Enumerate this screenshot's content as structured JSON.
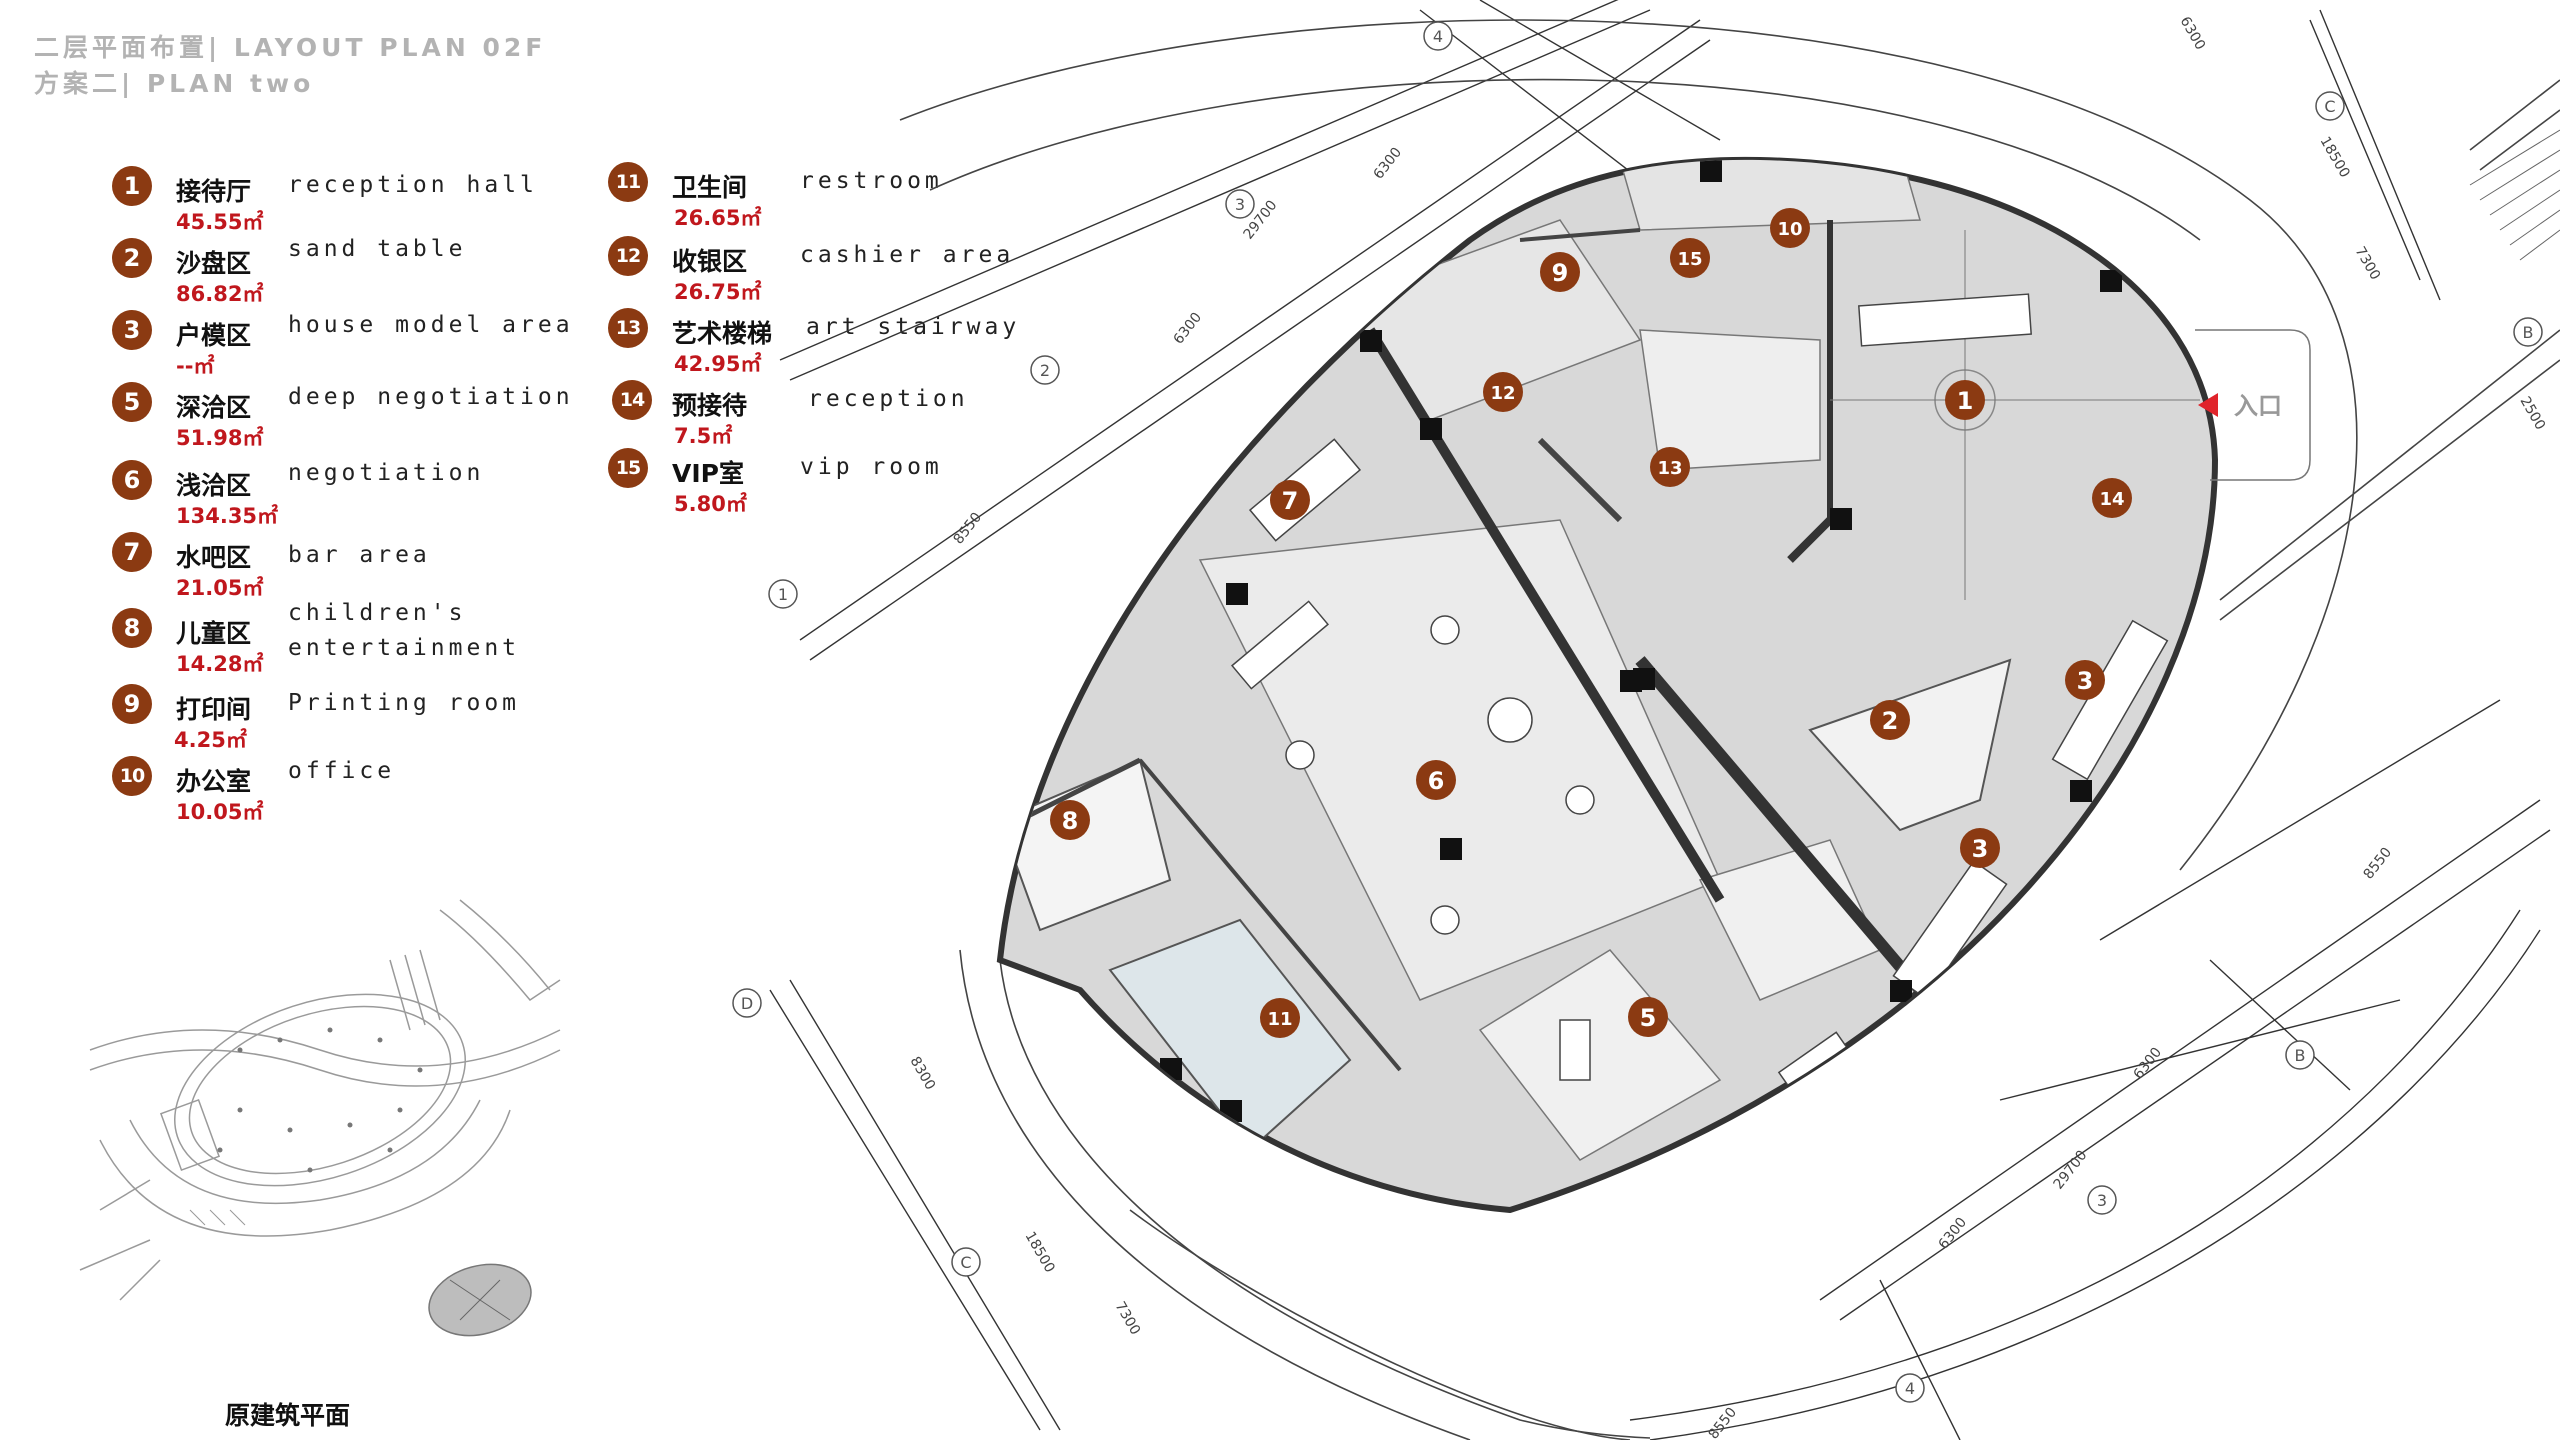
{
  "header": {
    "line1": "二层平面布置| LAYOUT PLAN 02F",
    "line2": "方案二| PLAN two"
  },
  "legend": [
    {
      "num": "1",
      "zh": "接待厅",
      "area": "45.55㎡",
      "en": "reception hall"
    },
    {
      "num": "2",
      "zh": "沙盘区",
      "area": "86.82㎡",
      "en": "sand table"
    },
    {
      "num": "3",
      "zh": "户模区",
      "area": "--㎡",
      "en": "house model area"
    },
    {
      "num": "5",
      "zh": "深洽区",
      "area": "51.98㎡",
      "en": "deep negotiation"
    },
    {
      "num": "6",
      "zh": "浅洽区",
      "area": "134.35㎡",
      "en": "negotiation"
    },
    {
      "num": "7",
      "zh": "水吧区",
      "area": "21.05㎡",
      "en": "bar area"
    },
    {
      "num": "8",
      "zh": "儿童区",
      "area": "14.28㎡",
      "en": "children's entertainment"
    },
    {
      "num": "9",
      "zh": "打印间",
      "area": "4.25㎡",
      "en": "Printing room"
    },
    {
      "num": "10",
      "zh": "办公室",
      "area": "10.05㎡",
      "en": "office"
    },
    {
      "num": "11",
      "zh": "卫生间",
      "area": "26.65㎡",
      "en": "restroom"
    },
    {
      "num": "12",
      "zh": "收银区",
      "area": "26.75㎡",
      "en": "cashier area"
    },
    {
      "num": "13",
      "zh": "艺术楼梯",
      "area": "42.95㎡",
      "en": "art stairway"
    },
    {
      "num": "14",
      "zh": "预接待",
      "area": "7.5㎡",
      "en": "reception"
    },
    {
      "num": "15",
      "zh": "VIP室",
      "area": "5.80㎡",
      "en": "vip room"
    }
  ],
  "plan": {
    "entrance_label": "入口",
    "room_markers": [
      "1",
      "2",
      "3",
      "3",
      "5",
      "6",
      "7",
      "8",
      "9",
      "10",
      "11",
      "12",
      "13",
      "14",
      "15"
    ],
    "grid_labels": [
      "1",
      "2",
      "3",
      "3",
      "4",
      "4",
      "B",
      "C",
      "C",
      "D"
    ],
    "dimensions": [
      "6300",
      "29700",
      "6300",
      "8550",
      "8550",
      "8300",
      "18500",
      "7300",
      "6300",
      "29700",
      "6300",
      "8550",
      "18500",
      "7300",
      "2500",
      "6300"
    ]
  },
  "inset": {
    "caption": "原建筑平面"
  },
  "colors": {
    "badge": "#8b3a12",
    "area_text": "#c0171d",
    "header": "#b3b3b3",
    "floor": "#d8d8d8",
    "wall": "#333333"
  }
}
